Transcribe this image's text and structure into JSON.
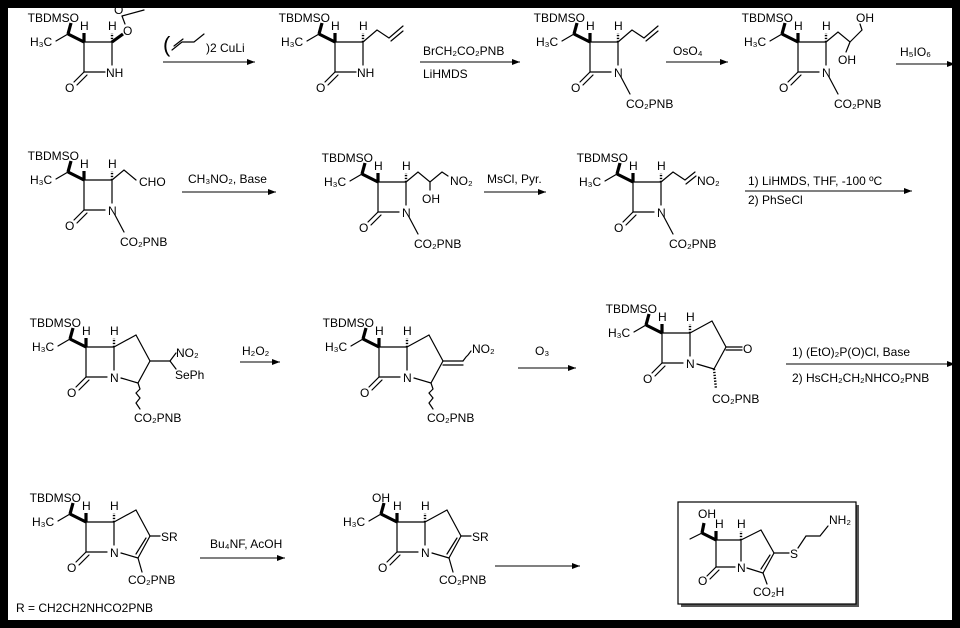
{
  "labels": {
    "tbdmso": "TBDMSO",
    "h3c": "H₃C",
    "h": "H",
    "o": "O",
    "nh": "NH",
    "n": "N",
    "co2pnb": "CO₂PNB",
    "cho": "CHO",
    "oh": "OH",
    "no2": "NO₂",
    "seph": "SePh",
    "sr": "SR",
    "s": "S",
    "nh2": "NH₂",
    "co2h": "CO₂H"
  },
  "reagents": {
    "step1_prefix": "(",
    "step1_suffix": ")2  CuLi",
    "step2_top": "BrCH₂CO₂PNB",
    "step2_bottom": "LiHMDS",
    "step3": "OsO₄",
    "step4": "H₅IO₆",
    "step5": "CH₃NO₂, Base",
    "step6": "MsCl, Pyr.",
    "step7_top": "1) LiHMDS, THF, -100 ºC",
    "step7_bottom": "2) PhSeCl",
    "step8": "H₂O₂",
    "step9": "O₃",
    "step10_top": "1) (EtO)₂P(O)Cl, Base",
    "step10_bottom": "2) HsCH₂CH₂NHCO₂PNB",
    "step11": "Bu₄NF, AcOH"
  },
  "footnote": "R = CH2CH2NHCO2PNB"
}
